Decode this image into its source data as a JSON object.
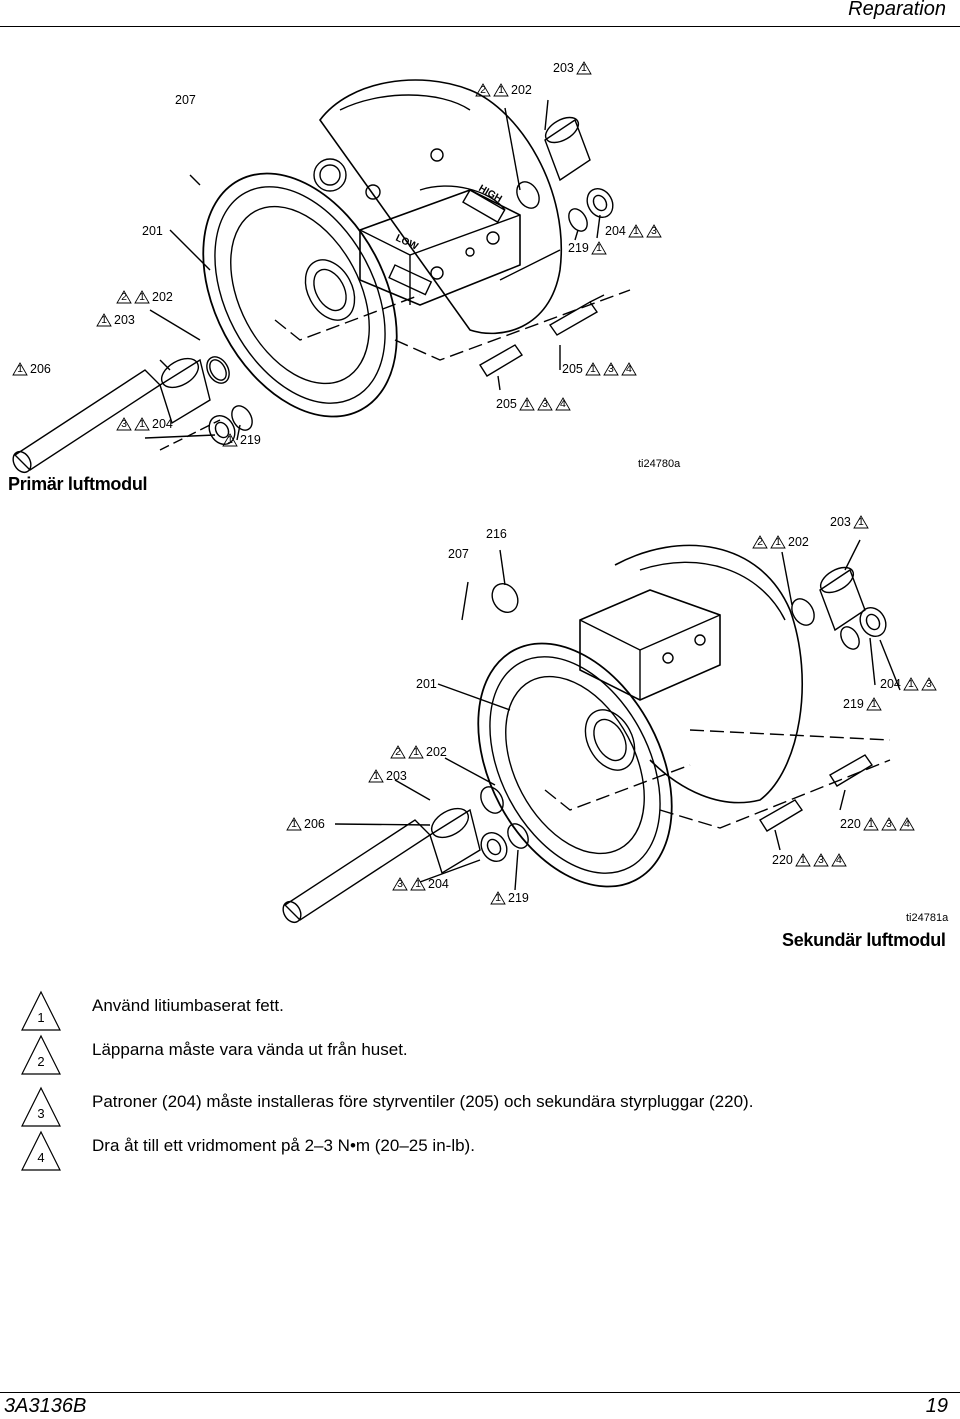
{
  "header": {
    "title": "Reparation"
  },
  "footer": {
    "doc_id": "3A3136B",
    "page": "19"
  },
  "figure1": {
    "caption": "Primär luftmodul",
    "image_id": "ti24780a",
    "labels": [
      {
        "id": "l1",
        "parts": [
          "207"
        ]
      },
      {
        "id": "l2",
        "parts": [
          "t2",
          "t1",
          "202"
        ]
      },
      {
        "id": "l3",
        "parts": [
          "203",
          "t1"
        ]
      },
      {
        "id": "l4",
        "parts": [
          "201"
        ]
      },
      {
        "id": "l5",
        "parts": [
          "204",
          "t1",
          "t3"
        ]
      },
      {
        "id": "l6",
        "parts": [
          "219",
          "t1"
        ]
      },
      {
        "id": "l7",
        "parts": [
          "t2",
          "t1",
          "202"
        ]
      },
      {
        "id": "l8",
        "parts": [
          "t1",
          "203"
        ]
      },
      {
        "id": "l9",
        "parts": [
          "t1",
          "206"
        ]
      },
      {
        "id": "l10",
        "parts": [
          "205",
          "t1",
          "t3",
          "t4"
        ]
      },
      {
        "id": "l11",
        "parts": [
          "205",
          "t1",
          "t3",
          "t4"
        ]
      },
      {
        "id": "l12",
        "parts": [
          "t3",
          "t1",
          "204"
        ]
      },
      {
        "id": "l13",
        "parts": [
          "t1",
          "219"
        ]
      }
    ],
    "stamps": [
      "HIGH",
      "LOW"
    ]
  },
  "figure2": {
    "caption": "Sekundär luftmodul",
    "image_id": "ti24781a",
    "labels": [
      {
        "id": "m1",
        "parts": [
          "207"
        ]
      },
      {
        "id": "m2",
        "parts": [
          "216"
        ]
      },
      {
        "id": "m3",
        "parts": [
          "t2",
          "t1",
          "202"
        ]
      },
      {
        "id": "m4",
        "parts": [
          "203",
          "t1"
        ]
      },
      {
        "id": "m5",
        "parts": [
          "201"
        ]
      },
      {
        "id": "m6",
        "parts": [
          "204",
          "t1",
          "t3"
        ]
      },
      {
        "id": "m7",
        "parts": [
          "219",
          "t1"
        ]
      },
      {
        "id": "m8",
        "parts": [
          "t2",
          "t1",
          "202"
        ]
      },
      {
        "id": "m9",
        "parts": [
          "t1",
          "203"
        ]
      },
      {
        "id": "m10",
        "parts": [
          "t1",
          "206"
        ]
      },
      {
        "id": "m11",
        "parts": [
          "220",
          "t1",
          "t3",
          "t4"
        ]
      },
      {
        "id": "m12",
        "parts": [
          "220",
          "t1",
          "t3",
          "t4"
        ]
      },
      {
        "id": "m13",
        "parts": [
          "t3",
          "t1",
          "204"
        ]
      },
      {
        "id": "m14",
        "parts": [
          "t1",
          "219"
        ]
      }
    ]
  },
  "notes": [
    {
      "num": "1",
      "text": "Använd litiumbaserat fett."
    },
    {
      "num": "2",
      "text": "Läpparna måste vara vända ut från huset."
    },
    {
      "num": "3",
      "text": "Patroner (204) måste installeras före styrventiler (205) och sekundära styrpluggar (220)."
    },
    {
      "num": "4",
      "text": "Dra åt till ett vridmoment på 2–3 N•m (20–25 in-lb)."
    }
  ]
}
